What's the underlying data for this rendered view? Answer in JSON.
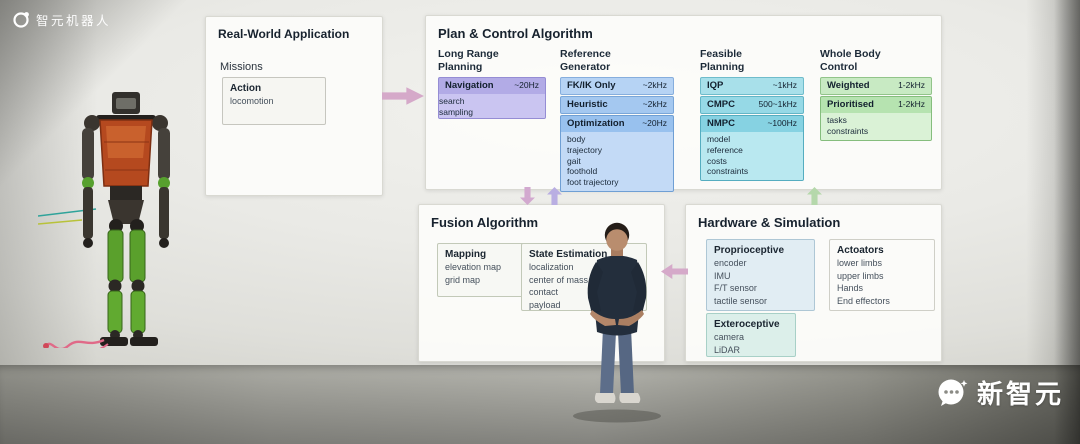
{
  "brand": {
    "logo_text": "智元机器人"
  },
  "watermark": {
    "text": "新智元"
  },
  "app_panel": {
    "title": "Real-World Application",
    "subtitle": "Missions",
    "action": {
      "label": "Action",
      "items": [
        "locomotion"
      ]
    }
  },
  "plan_panel": {
    "title": "Plan & Control Algorithm",
    "columns": [
      {
        "heading": "Long Range Planning",
        "boxes": [
          {
            "label": "Navigation",
            "rate": "~20Hz",
            "items": [
              "search",
              "sampling"
            ]
          }
        ]
      },
      {
        "heading": "Reference Generator",
        "boxes": [
          {
            "label": "FK/IK Only",
            "rate": "~2kHz",
            "items": []
          },
          {
            "label": "Heuristic",
            "rate": "~2kHz",
            "items": []
          },
          {
            "label": "Optimization",
            "rate": "~20Hz",
            "items": [
              "body",
              "trajectory",
              "gait",
              "foothold",
              "foot trajectory"
            ]
          }
        ]
      },
      {
        "heading": "Feasible Planning",
        "boxes": [
          {
            "label": "IQP",
            "rate": "~1kHz",
            "items": []
          },
          {
            "label": "CMPC",
            "rate": "500~1kHz",
            "items": []
          },
          {
            "label": "NMPC",
            "rate": "~100Hz",
            "items": [
              "model",
              "reference",
              "costs",
              "constraints"
            ]
          }
        ]
      },
      {
        "heading": "Whole Body Control",
        "boxes": [
          {
            "label": "Weighted",
            "rate": "1-2kHz",
            "items": []
          },
          {
            "label": "Prioritised",
            "rate": "1-2kHz",
            "items": [
              "tasks",
              "constraints"
            ]
          }
        ]
      }
    ]
  },
  "fusion_panel": {
    "title": "Fusion Algorithm",
    "boxes": [
      {
        "label": "Mapping",
        "items": [
          "elevation map",
          "grid map"
        ]
      },
      {
        "label": "State Estimation",
        "items": [
          "localization",
          "center of mass",
          "contact",
          "payload"
        ]
      }
    ]
  },
  "hardware_panel": {
    "title": "Hardware & Simulation",
    "boxes": [
      {
        "label": "Proprioceptive",
        "items": [
          "encoder",
          "IMU",
          "F/T sensor",
          "tactile sensor"
        ]
      },
      {
        "label": "Actoators",
        "items": [
          "lower limbs",
          "upper limbs",
          "Hands",
          "End effectors"
        ]
      },
      {
        "label": "Exteroceptive",
        "items": [
          "camera",
          "LiDAR"
        ]
      }
    ]
  },
  "colors": {
    "purple": "#b2abe6",
    "blue": "#a4c8f0",
    "cyan": "#96d9e6",
    "green": "#c8eac3",
    "arrow_pink": "#d5a9c9",
    "arrow_purple": "#b9aee2",
    "arrow_green": "#b5d8ab"
  }
}
